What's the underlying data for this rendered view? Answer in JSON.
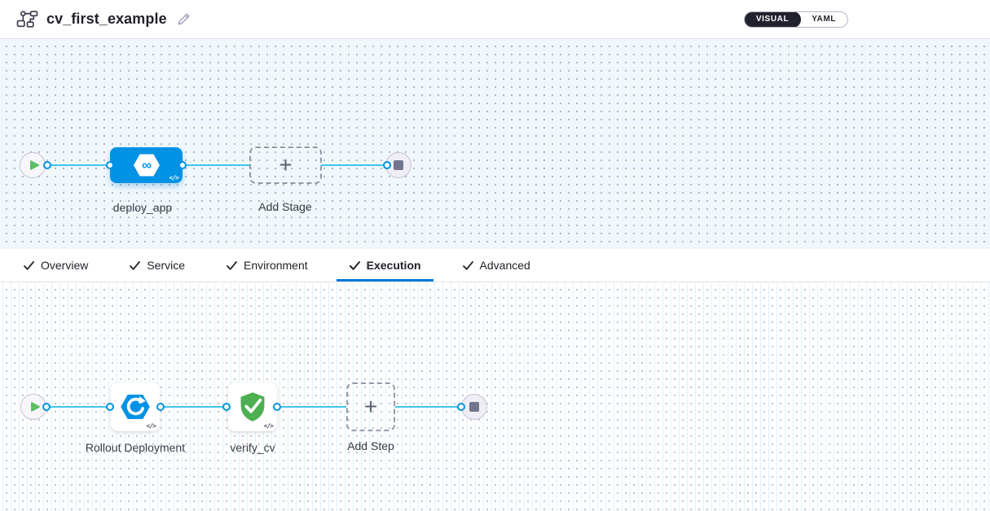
{
  "header": {
    "title": "cv_first_example",
    "view_toggle": {
      "options": [
        "VISUAL",
        "YAML"
      ],
      "selected": "VISUAL"
    }
  },
  "icons": {
    "plus": "+",
    "code": "</>",
    "infinity": "∞"
  },
  "stage_canvas": {
    "stage": {
      "label": "deploy_app",
      "type": "deployment-stage"
    },
    "add_stage": {
      "label": "Add Stage"
    }
  },
  "tabs": {
    "active": "Execution",
    "items": [
      {
        "label": "Overview",
        "complete": true
      },
      {
        "label": "Service",
        "complete": true
      },
      {
        "label": "Environment",
        "complete": true
      },
      {
        "label": "Execution",
        "complete": true
      },
      {
        "label": "Advanced",
        "complete": true
      }
    ]
  },
  "execution_canvas": {
    "steps": [
      {
        "label": "Rollout Deployment",
        "icon": "rollout-deployment"
      },
      {
        "label": "verify_cv",
        "icon": "verify-shield"
      }
    ],
    "add_step": {
      "label": "Add Step"
    }
  },
  "colors": {
    "accent_blue": "#0278D5",
    "node_blue": "#0092E4",
    "connector_blue": "#3FC6F3",
    "success_green": "#4CAF50",
    "play_green": "#5BC162",
    "canvas_tint": "#F0F8FC",
    "toggle_dark": "#22222F"
  }
}
